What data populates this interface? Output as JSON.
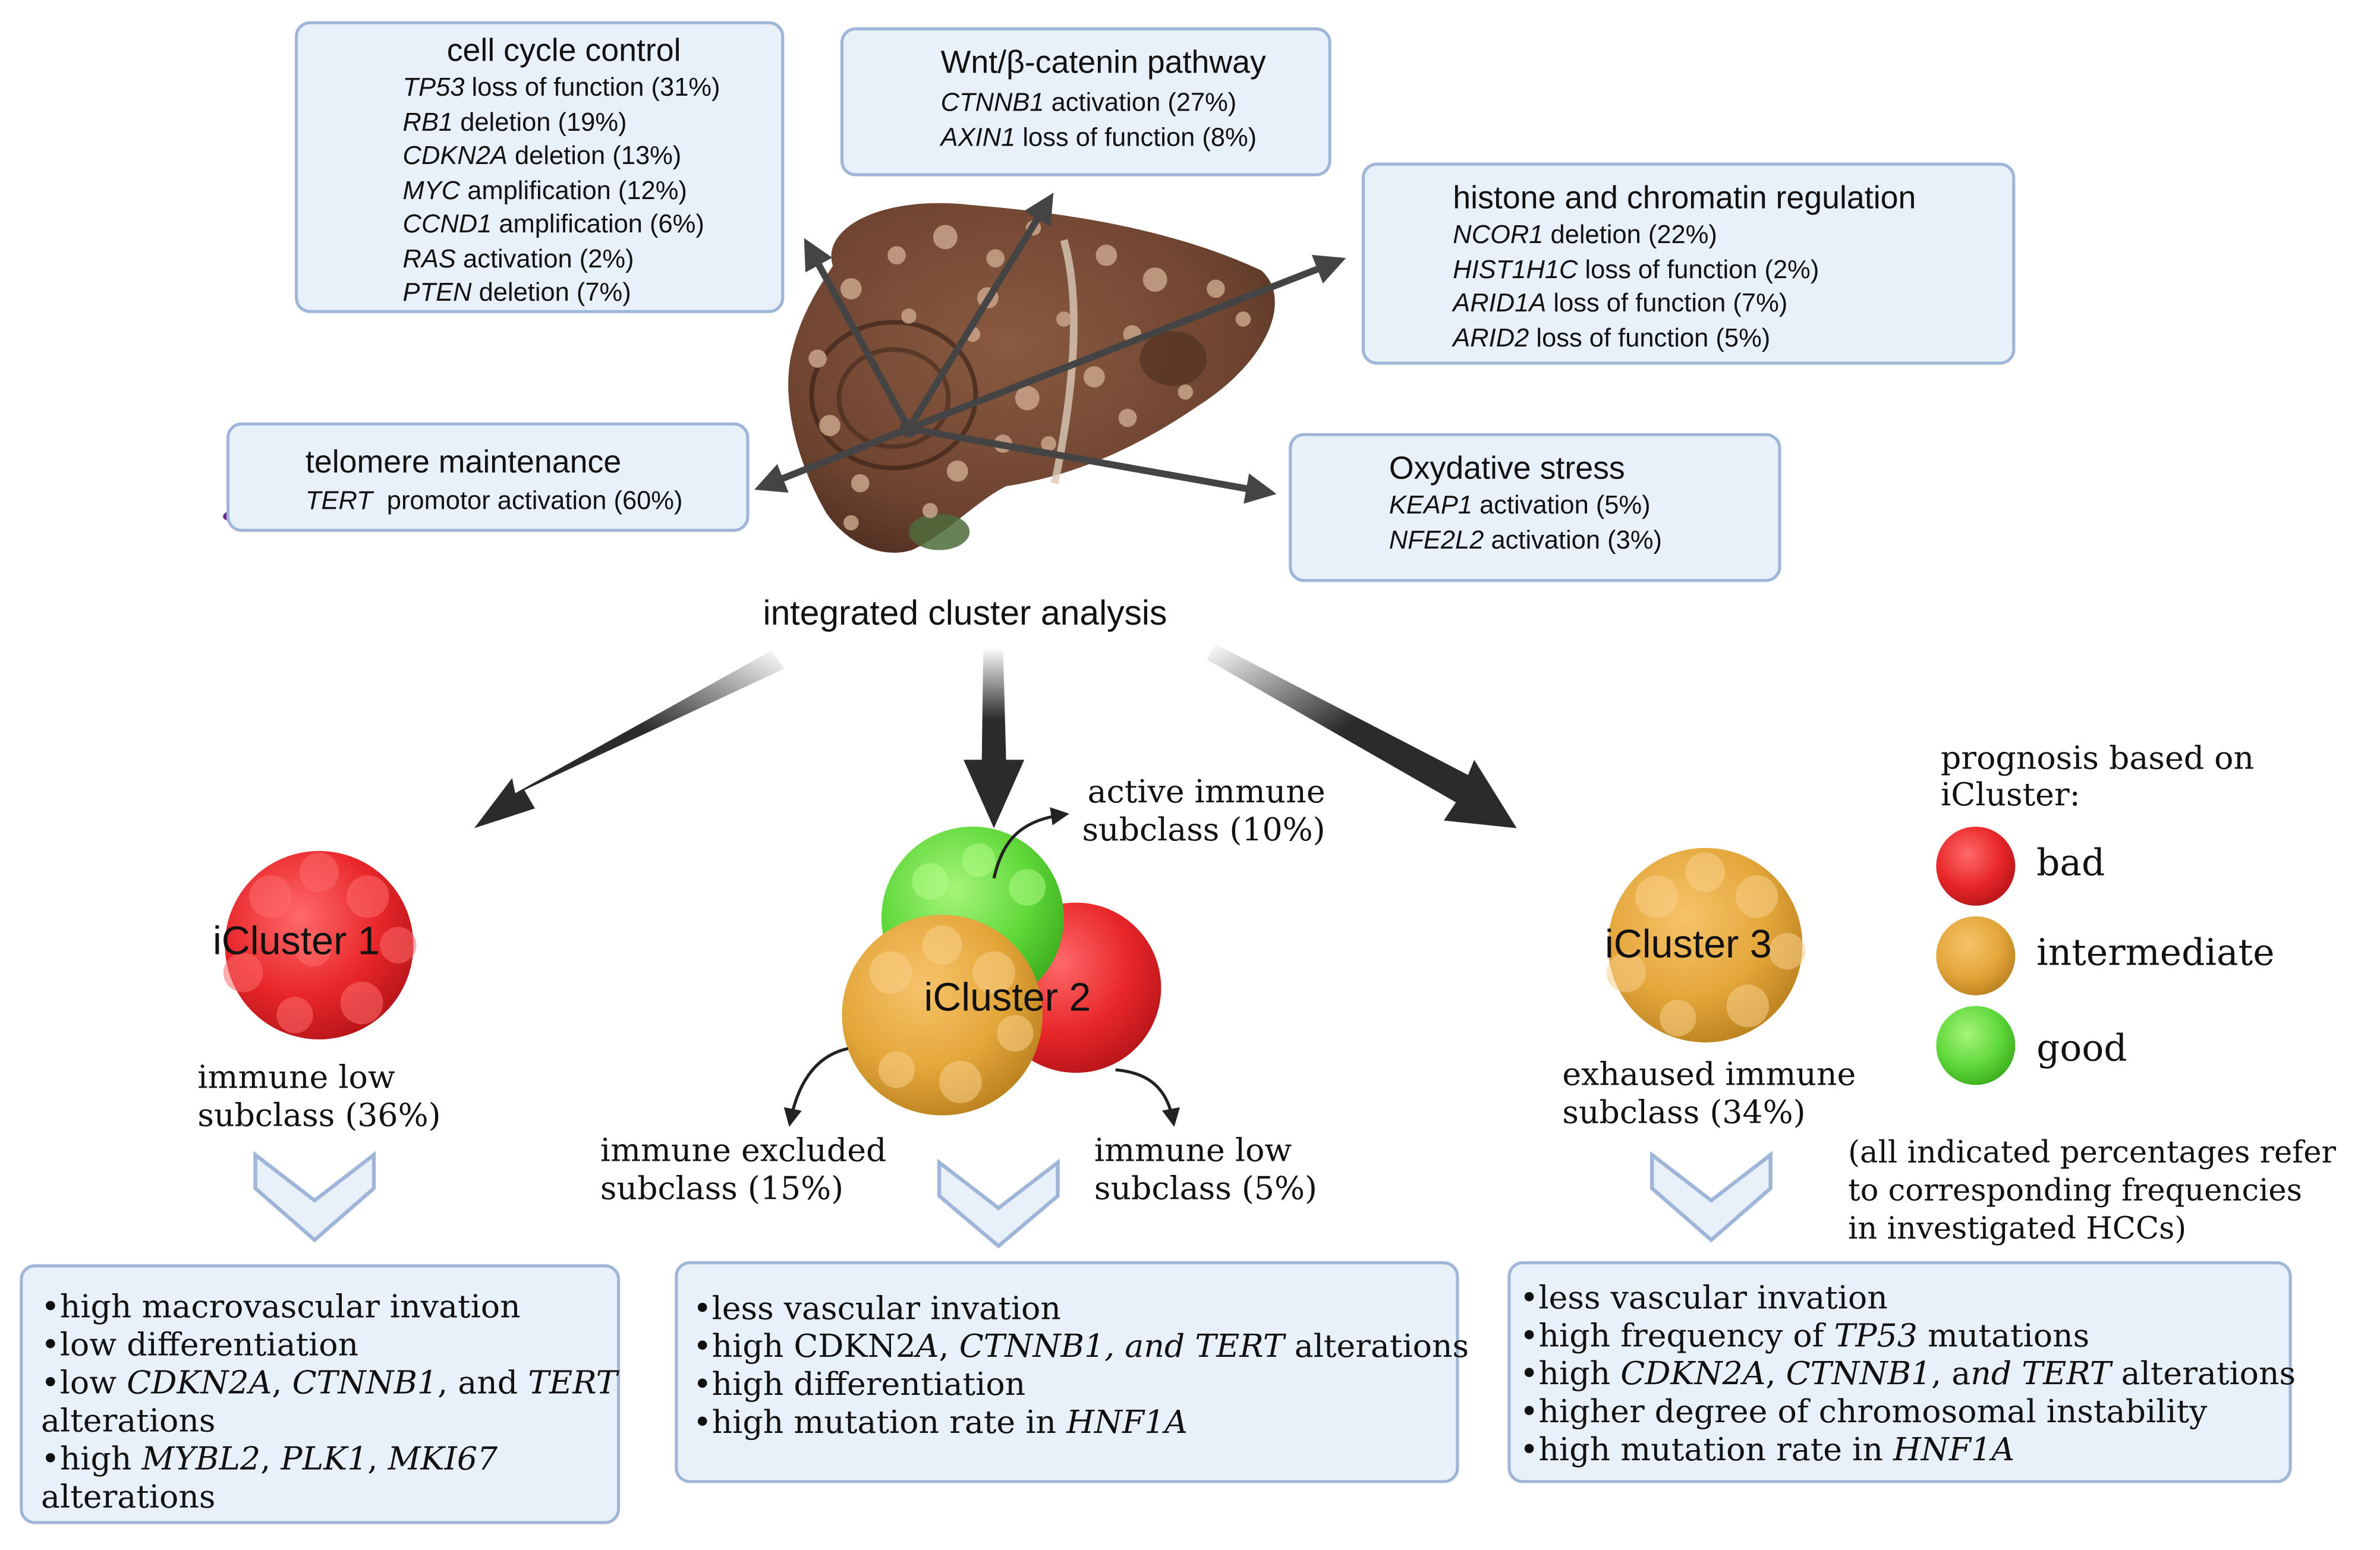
{
  "boxes": {
    "cell_cycle": {
      "title": "cell cycle control",
      "items": [
        {
          "gene": "TP53",
          "text": " loss of function (31%)"
        },
        {
          "gene": "RB1",
          "text": " deletion (19%)"
        },
        {
          "gene": "CDKN2A",
          "text": " deletion (13%)"
        },
        {
          "gene": "MYC",
          "text": " amplification (12%)"
        },
        {
          "gene": "CCND1",
          "text": " amplification (6%)"
        },
        {
          "gene": "RAS",
          "text": " activation (2%)"
        },
        {
          "gene": "PTEN",
          "text": " deletion (7%)"
        }
      ]
    },
    "wnt": {
      "title": "Wnt/β-catenin pathway",
      "items": [
        {
          "gene": "CTNNB1",
          "text": " activation (27%)"
        },
        {
          "gene": "AXIN1",
          "text": " loss of function (8%)"
        }
      ]
    },
    "histone": {
      "title": "histone and chromatin regulation",
      "items": [
        {
          "gene": "NCOR1",
          "text": " deletion (22%)"
        },
        {
          "gene": "HIST1H1C",
          "text": " loss of function (2%)"
        },
        {
          "gene": "ARID1A",
          "text": " loss of function (7%)"
        },
        {
          "gene": "ARID2",
          "text": " loss of function (5%)"
        }
      ]
    },
    "telomere": {
      "title": "telomere maintenance",
      "items": [
        {
          "gene": "TERT",
          "text": "  promotor activation (60%)"
        }
      ]
    },
    "oxidative": {
      "title": "Oxydative stress",
      "items": [
        {
          "gene": "KEAP1",
          "text": " activation (5%)"
        },
        {
          "gene": "NFE2L2",
          "text": " activation (3%)"
        }
      ]
    }
  },
  "center_label": "integrated cluster analysis",
  "clusters": {
    "c1": {
      "name": "iCluster 1",
      "sub": [
        "immune low",
        "subclass (36%)"
      ]
    },
    "c2": {
      "name": "iCluster 2",
      "active": [
        "active immune",
        "subclass (10%)"
      ],
      "excluded": [
        "immune excluded",
        "subclass (15%)"
      ],
      "low": [
        "immune low",
        "subclass (5%)"
      ]
    },
    "c3": {
      "name": "iCluster 3",
      "sub": [
        "exhaused immune",
        "subclass (34%)"
      ]
    }
  },
  "legend": {
    "title": [
      "prognosis based on",
      "iCluster:"
    ],
    "items": [
      {
        "label": "bad",
        "color": "#e8262a"
      },
      {
        "label": "intermediate",
        "color": "#e3a63a"
      },
      {
        "label": "good",
        "color": "#5fd83a"
      }
    ],
    "note": [
      "(all indicated percentages refer",
      "to corresponding frequencies",
      "in investigated HCCs)"
    ]
  },
  "outcomes": {
    "c1": [
      [
        {
          "t": "•high macrovascular invation"
        }
      ],
      [
        {
          "t": "•low differentiation"
        }
      ],
      [
        {
          "t": "•low "
        },
        {
          "t": "CDKN2A",
          "i": true
        },
        {
          "t": ", "
        },
        {
          "t": "CTNNB1",
          "i": true
        },
        {
          "t": ", and "
        },
        {
          "t": "TERT",
          "i": true
        }
      ],
      [
        {
          "t": "alterations"
        }
      ],
      [
        {
          "t": "•high "
        },
        {
          "t": "MYBL2",
          "i": true
        },
        {
          "t": ", "
        },
        {
          "t": "PLK1",
          "i": true
        },
        {
          "t": ", "
        },
        {
          "t": "MKI67",
          "i": true
        }
      ],
      [
        {
          "t": "alterations"
        }
      ]
    ],
    "c2": [
      [
        {
          "t": "•less vascular invation"
        }
      ],
      [
        {
          "t": "•high CDKN2"
        },
        {
          "t": "A",
          "i": true
        },
        {
          "t": ", "
        },
        {
          "t": "CTNNB1, and TERT",
          "i": true
        },
        {
          "t": " alterations"
        }
      ],
      [
        {
          "t": "•high differentiation"
        }
      ],
      [
        {
          "t": "•high mutation rate in "
        },
        {
          "t": "HNF1A",
          "i": true
        }
      ]
    ],
    "c3": [
      [
        {
          "t": "•less vascular invation"
        }
      ],
      [
        {
          "t": "•high frequency of "
        },
        {
          "t": "TP53",
          "i": true
        },
        {
          "t": " mutations"
        }
      ],
      [
        {
          "t": "•high "
        },
        {
          "t": "CDKN2A",
          "i": true
        },
        {
          "t": ", "
        },
        {
          "t": "CTNNB1",
          "i": true
        },
        {
          "t": ", a"
        },
        {
          "t": "nd TERT",
          "i": true
        },
        {
          "t": " alterations"
        }
      ],
      [
        {
          "t": "•higher degree of chromosomal instability"
        }
      ],
      [
        {
          "t": "•high mutation rate in "
        },
        {
          "t": "HNF1A",
          "i": true
        }
      ]
    ]
  },
  "colors": {
    "box_fill": "#e8f0fa",
    "box_border": "#9fb6d8",
    "arrow": "#2d2d2d",
    "cluster_bad": "#e8262a",
    "cluster_intermediate": "#e3a63a",
    "cluster_good": "#5fd83a"
  },
  "icons": [
    "dividing-cell-icon",
    "seed-icon",
    "nucleosome-icon",
    "dna-helix-icon",
    "mitochondrion-icon",
    "liver-icon",
    "chevron-down-icon"
  ]
}
